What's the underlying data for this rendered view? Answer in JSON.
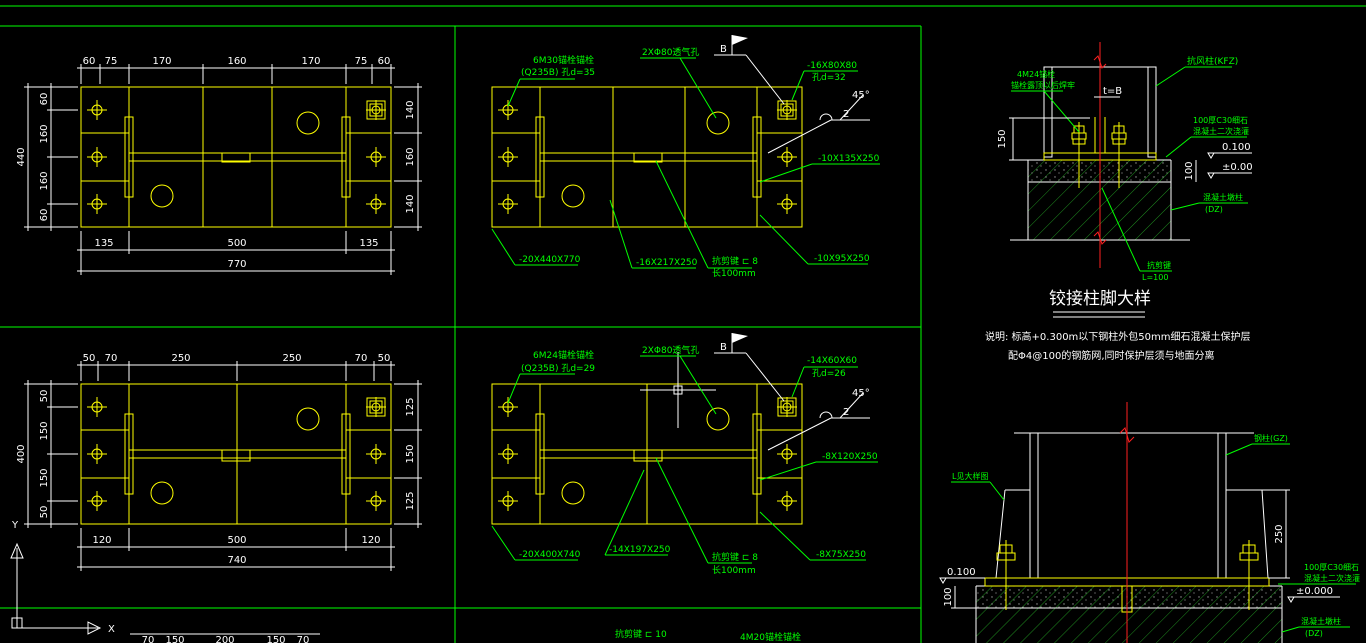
{
  "colors": {
    "background": "#000000",
    "frame": "#00ff00",
    "plate": "#ffff00",
    "dim": "#ffffff",
    "axis": "#ff2020"
  },
  "icons": [
    "ucs-icon",
    "bolt-symbol",
    "weld-flag-icon"
  ],
  "p1": {
    "top_dims": [
      "60",
      "75",
      "170",
      "160",
      "170",
      "75",
      "60"
    ],
    "left_dims": [
      "60",
      "160",
      "160",
      "60"
    ],
    "left_total": "440",
    "right_dims": [
      "140",
      "160",
      "140"
    ],
    "bottom_dims": [
      "135",
      "500",
      "135"
    ],
    "bottom_total": "770"
  },
  "p2": {
    "bolt_label": "6M30锚栓锚栓",
    "bolt_spec": "(Q235B) 孔d=35",
    "vent": "2XΦ80透气孔",
    "weld_b": "B",
    "washer": "-16X80X80",
    "washer_hole": "孔d=32",
    "angle": "45°",
    "gap": "2",
    "rib1": "-10X135X250",
    "rib2": "-10X95X250",
    "base": "-20X440X770",
    "stiff": "-16X217X250",
    "shear_key": "抗剪键 ⊏ 8",
    "shear_len": "长100mm"
  },
  "p3": {
    "top_dims": [
      "50",
      "70",
      "250",
      "250",
      "70",
      "50"
    ],
    "left_dims": [
      "50",
      "150",
      "150",
      "50"
    ],
    "left_total": "400",
    "right_dims": [
      "125",
      "150",
      "125"
    ],
    "bottom_dims": [
      "120",
      "500",
      "120"
    ],
    "bottom_total": "740"
  },
  "p4": {
    "bolt_label": "6M24锚栓锚栓",
    "bolt_spec": "(Q235B) 孔d=29",
    "vent": "2XΦ80透气孔",
    "weld_b": "B",
    "washer": "-14X60X60",
    "washer_hole": "孔d=26",
    "angle": "45°",
    "gap": "2",
    "rib1": "-8X120X250",
    "rib2": "-8X75X250",
    "base": "-20X400X740",
    "stiff": "-14X197X250",
    "shear_key": "抗剪键 ⊏ 8",
    "shear_len": "长100mm"
  },
  "bottom_peek": {
    "dims": [
      "70",
      "150",
      "200",
      "150",
      "70"
    ],
    "shear_key": "抗剪键 ⊏ 10",
    "bolt": "4M20锚栓锚栓"
  },
  "detail": {
    "bolt": "4M24锚栓",
    "bolt_sub": "锚栓露顶以后焊牢",
    "column": "抗风柱(KFZ)",
    "t_label": "t=B",
    "dim150": "150",
    "concrete": "100厚C30细石",
    "concrete_sub": "混凝土二次浇灌",
    "elev1": "0.100",
    "elev2": "±0.00",
    "dim100": "100",
    "pier": "混凝土墩柱",
    "pier_code": "(DZ)",
    "shear": "抗剪键",
    "shear_len": "L=100",
    "title": "铰接柱脚大样",
    "note1": "说明: 标高+0.300m以下钢柱外包50mm细石混凝土保护层",
    "note2": "配Φ4@100的钢筋网,同时保护层须与地面分离"
  },
  "detail2": {
    "column": "钢柱(GZ)",
    "ref": "L见大样图",
    "dim250": "250",
    "elev": "0.100",
    "dim100": "100",
    "concrete": "100厚C30细石",
    "concrete_sub": "混凝土二次浇灌",
    "zero": "±0.000",
    "pier": "混凝土墩柱",
    "pier_code": "(DZ)"
  },
  "ucs": {
    "x": "X",
    "y": "Y"
  }
}
